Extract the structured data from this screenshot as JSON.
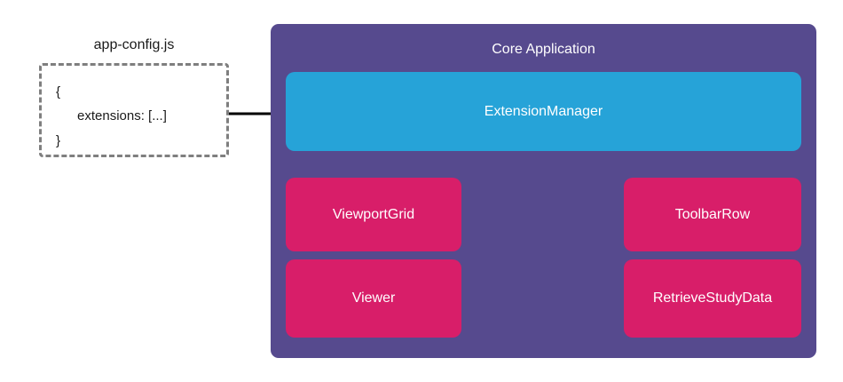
{
  "diagram": {
    "type": "architecture-block-diagram",
    "background_color": "#ffffff",
    "config": {
      "title": "app-config.js",
      "border_color": "#7f7f7f",
      "border_style": "dashed",
      "lines": {
        "brace_open": "{",
        "body": "extensions: [...]",
        "brace_close": "}"
      }
    },
    "panel": {
      "title": "Core Application",
      "color": "#564a8e",
      "text_color": "#ffffff"
    },
    "nodes": [
      {
        "id": "extension-manager",
        "label": "ExtensionManager",
        "color": "#26a3d8"
      },
      {
        "id": "viewport-grid",
        "label": "ViewportGrid",
        "color": "#d81e69"
      },
      {
        "id": "viewer",
        "label": "Viewer",
        "color": "#d81e69"
      },
      {
        "id": "toolbar-row",
        "label": "ToolbarRow",
        "color": "#d81e69"
      },
      {
        "id": "retrieve-study-data",
        "label": "RetrieveStudyData",
        "color": "#d81e69"
      }
    ],
    "connectors": [
      {
        "id": "config-to-extension-manager",
        "from": "app-config.js",
        "to": "ExtensionManager",
        "direction": "right",
        "color": "#000000"
      },
      {
        "id": "extension-manager-to-upper-row",
        "from": "ExtensionManager",
        "to": "ViewportGrid / ToolbarRow",
        "direction": "both",
        "color": "#000000"
      },
      {
        "id": "extension-manager-to-lower-row",
        "from": "ExtensionManager",
        "to": "Viewer / RetrieveStudyData",
        "direction": "both",
        "color": "#000000"
      }
    ]
  }
}
